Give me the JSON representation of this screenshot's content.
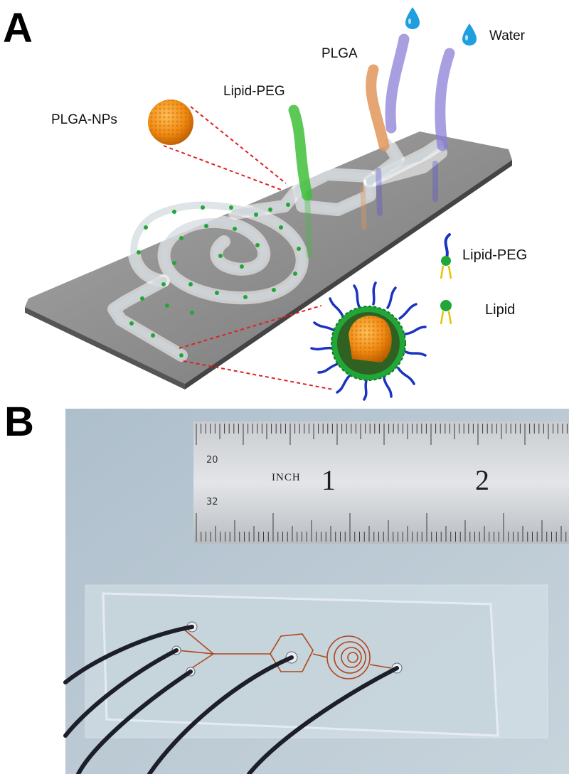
{
  "panel_a": {
    "letter": "A",
    "labels": {
      "plga_nps": "PLGA-NPs",
      "lipid_peg_inlet": "Lipid-PEG",
      "plga_inlet": "PLGA",
      "water_inlet": "Water"
    },
    "legend": {
      "lipid_peg": "Lipid-PEG",
      "lipid": "Lipid"
    }
  },
  "panel_b": {
    "letter": "B",
    "ruler": {
      "top_scale": "20",
      "bottom_scale": "32",
      "unit": "INCH",
      "mark_1": "1",
      "mark_2": "2"
    }
  },
  "colors": {
    "chip_surface": "#8e8e8e",
    "channel": "#dfe6e8",
    "lipid_head": "#22a638",
    "peg_tail": "#1a33c0",
    "plga_core": "#f08a12",
    "water_tube": "#8b7fd6",
    "lipid_peg_tube": "#3fbf3a",
    "plga_tube": "#e0965a",
    "zoom_line": "#e02020"
  }
}
